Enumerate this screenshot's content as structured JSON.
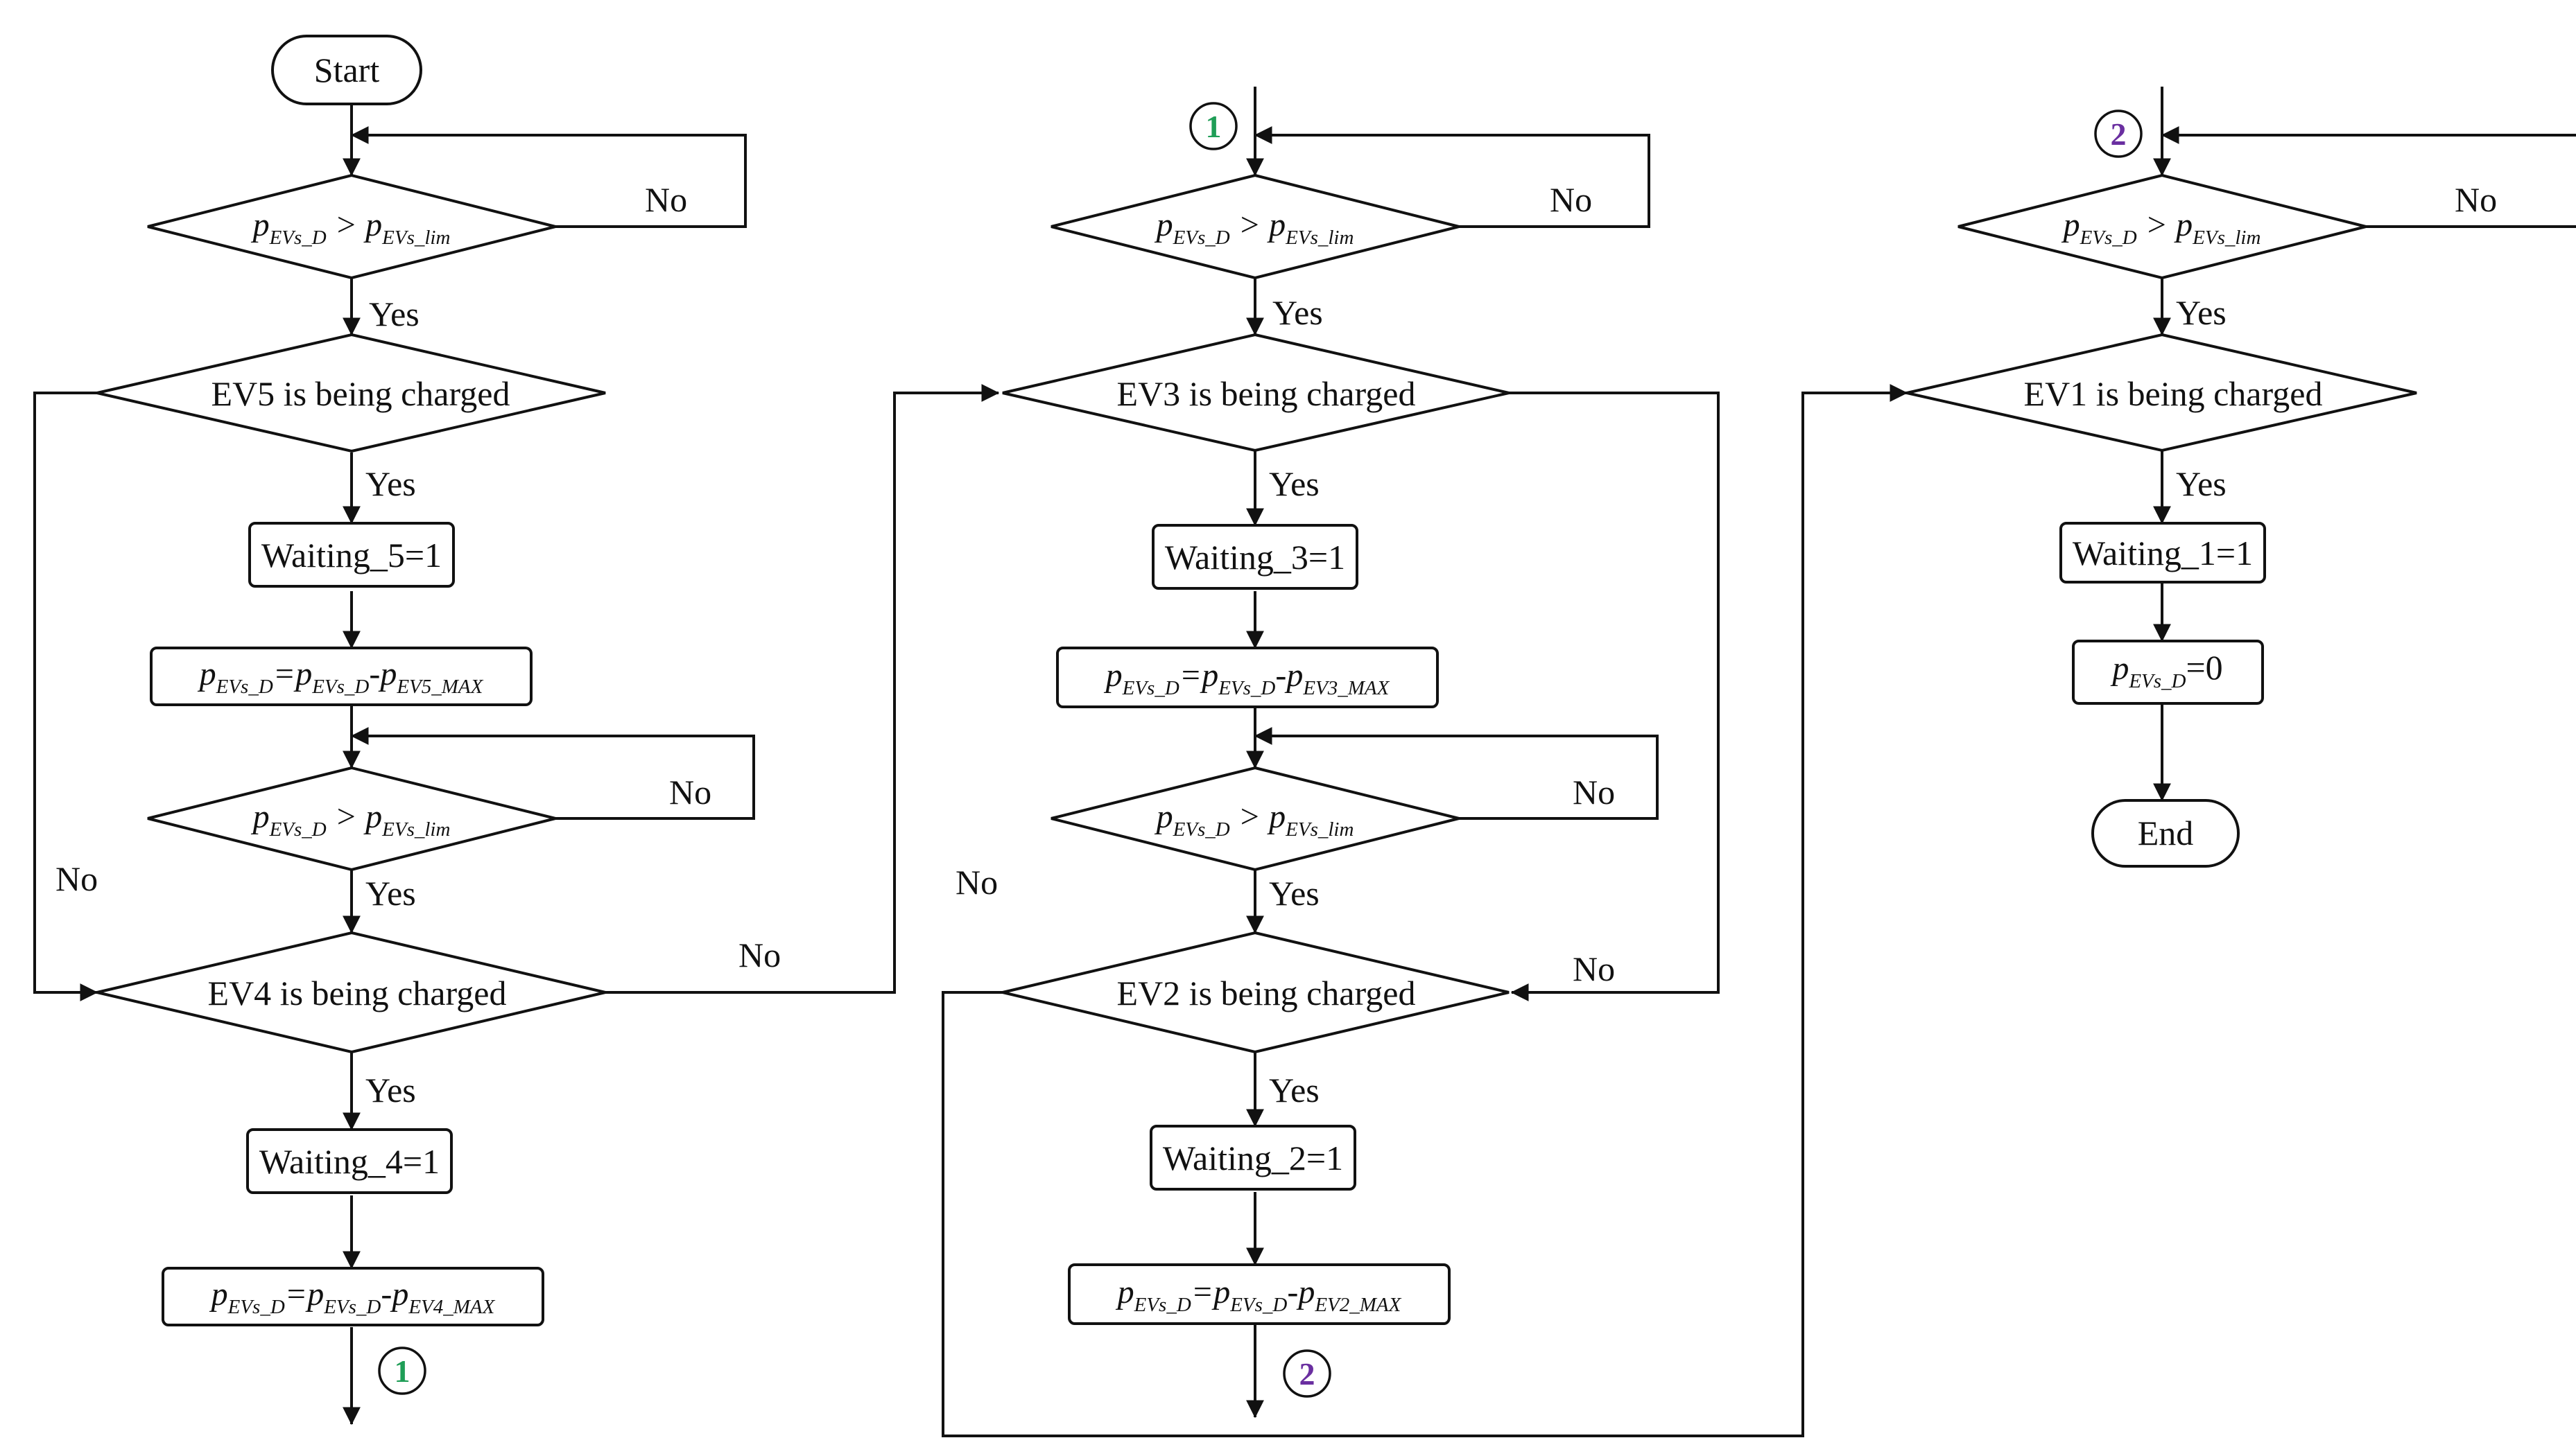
{
  "labels": {
    "start": "Start",
    "end": "End",
    "yes": "Yes",
    "no": "No",
    "ev5_charged": "EV5 is being charged",
    "ev4_charged": "EV4 is being charged",
    "ev3_charged": "EV3 is being charged",
    "ev2_charged": "EV2 is being charged",
    "ev1_charged": "EV1 is being charged",
    "waiting_5": "Waiting_5=1",
    "waiting_4": "Waiting_4=1",
    "waiting_3": "Waiting_3=1",
    "waiting_2": "Waiting_2=1",
    "waiting_1": "Waiting_1=1"
  },
  "math": {
    "p": "p",
    "gt": ">",
    "eq": "=",
    "minus": "-",
    "zero": "=0",
    "sub_evs_d": "EVs_D",
    "sub_evs_lim": "EVs_lim",
    "sub_ev5_max": "EV5_MAX",
    "sub_ev4_max": "EV4_MAX",
    "sub_ev3_max": "EV3_MAX",
    "sub_ev2_max": "EV2_MAX"
  },
  "connectors": {
    "one": "1",
    "two": "2",
    "one_color": "#1f9e57",
    "two_color": "#6a2fa0"
  }
}
